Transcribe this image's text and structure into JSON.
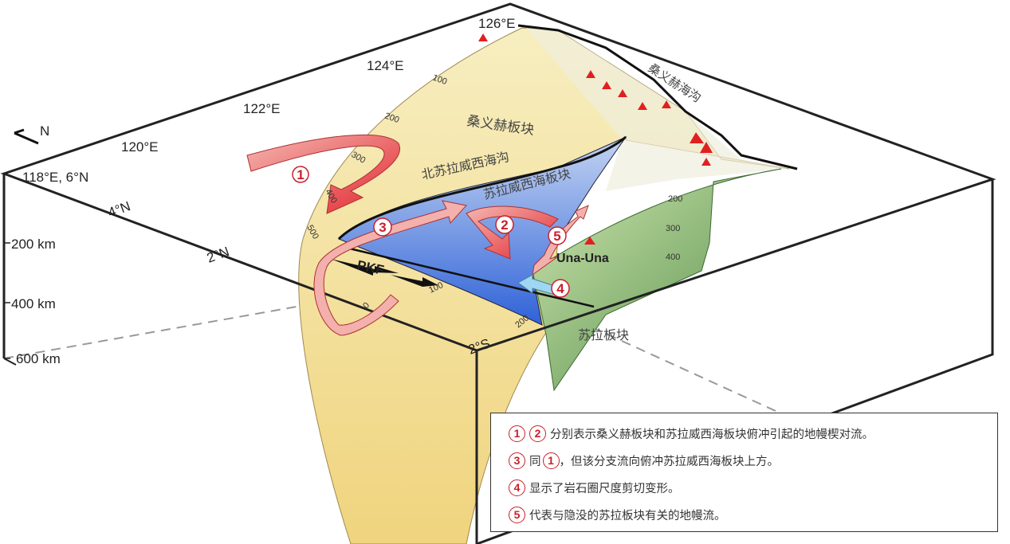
{
  "figure": {
    "compass_label": "N",
    "lon_labels": [
      "126°E",
      "124°E",
      "122°E",
      "120°E"
    ],
    "corner_label": "118°E, 6°N",
    "lat_labels": [
      "4°N",
      "2°N",
      "2°S"
    ],
    "depth_axis": [
      "200 km",
      "400 km",
      "600 km"
    ],
    "contours_sangihe": [
      "100",
      "200",
      "300",
      "400",
      "500",
      "100",
      "0"
    ],
    "contours_sula": [
      "200",
      "300",
      "400",
      "200"
    ],
    "plates": {
      "sangihe_plate": "桑义赫板块",
      "sangihe_trench": "桑义赫海沟",
      "north_sulawesi_trench": "北苏拉威西海沟",
      "sulawesi_sea_plate": "苏拉威西海板块",
      "sula_plate": "苏拉板块"
    },
    "volcano_label": "Una-Una",
    "fault_label": "PKF",
    "flow_markers": [
      "1",
      "2",
      "3",
      "4",
      "5"
    ]
  },
  "legend": {
    "items": [
      {
        "markers": [
          "1",
          "2"
        ],
        "text": "分别表示桑义赫板块和苏拉威西海板块俯冲引起的地幔楔对流。"
      },
      {
        "markers": [
          "3"
        ],
        "text_pre": "同",
        "inline_marker": "1",
        "text": "，但该分支流向俯冲苏拉威西海板块上方。"
      },
      {
        "markers": [
          "4"
        ],
        "text": "显示了岩石圈尺度剪切变形。"
      },
      {
        "markers": [
          "5"
        ],
        "text": "代表与隐没的苏拉板块有关的地幔流。"
      }
    ]
  },
  "colors": {
    "flow_red": "#e8333a",
    "flow_pink": "#f2b5b0",
    "sangihe_fill": "#f3dc94",
    "sulawesi_fill": "#4d7fe0",
    "sula_fill": "#7aa865",
    "shear_blue": "#9fd6f2"
  }
}
